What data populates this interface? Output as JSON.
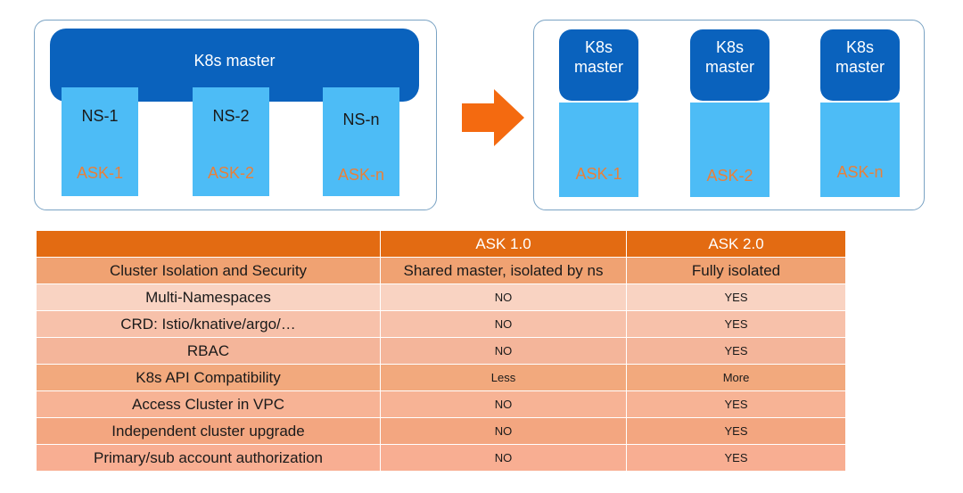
{
  "left_diagram": {
    "master_label": "K8s master",
    "namespaces": [
      {
        "ns": "NS-1",
        "ask": "ASK-1"
      },
      {
        "ns": "NS-2",
        "ask": "ASK-2"
      },
      {
        "ns": "NS-n",
        "ask": "ASK-n"
      }
    ]
  },
  "arrow": {
    "color": "#f46a10",
    "icon": "right-arrow-icon"
  },
  "right_diagram": {
    "clusters": [
      {
        "master_line1": "K8s",
        "master_line2": "master",
        "ask": "ASK-1"
      },
      {
        "master_line1": "K8s",
        "master_line2": "master",
        "ask": "ASK-2"
      },
      {
        "master_line1": "K8s",
        "master_line2": "master",
        "ask": "ASK-n"
      }
    ]
  },
  "colors": {
    "master_blue": "#0a62bd",
    "worker_blue": "#4dbcf6",
    "ask_orange": "#e8803a",
    "header_orange": "#e36b12"
  },
  "table": {
    "headers": [
      "",
      "ASK 1.0",
      "ASK 2.0"
    ],
    "rows": [
      [
        "Cluster Isolation and Security",
        "Shared master, isolated by ns",
        "Fully isolated"
      ],
      [
        "Multi-Namespaces",
        "NO",
        "YES"
      ],
      [
        "CRD: Istio/knative/argo/…",
        "NO",
        "YES"
      ],
      [
        "RBAC",
        "NO",
        "YES"
      ],
      [
        "K8s API Compatibility",
        "Less",
        "More"
      ],
      [
        "Access Cluster in VPC",
        "NO",
        "YES"
      ],
      [
        "Independent cluster upgrade",
        "NO",
        "YES"
      ],
      [
        "Primary/sub account authorization",
        "NO",
        "YES"
      ]
    ]
  }
}
